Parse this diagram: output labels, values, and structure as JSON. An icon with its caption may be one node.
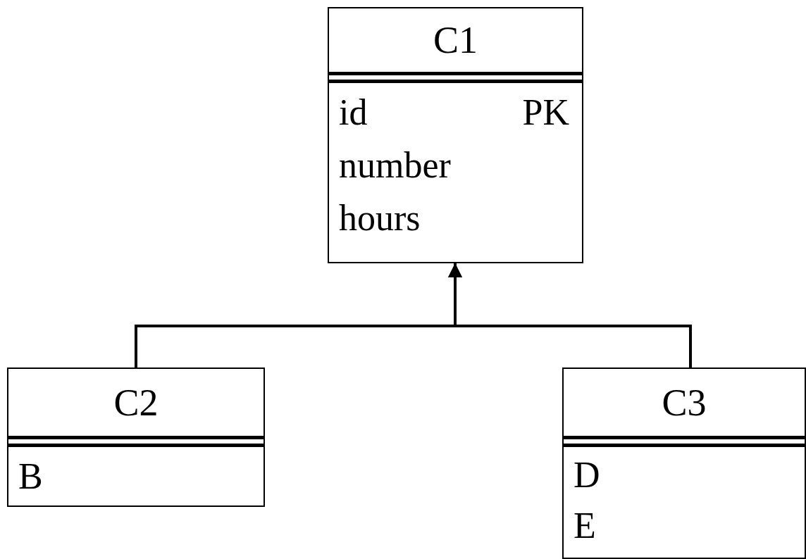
{
  "diagram": {
    "nodes": [
      {
        "text": [
          "C1",
          "id",
          "PK",
          "number",
          "hours"
        ]
      },
      {
        "text": [
          "C2",
          "B"
        ]
      },
      {
        "text": [
          "C3",
          "D",
          "E"
        ]
      }
    ],
    "edges": [
      {
        "from": 1,
        "to": 0,
        "arrow": "to"
      },
      {
        "from": 2,
        "to": 0,
        "arrow": "to"
      }
    ]
  }
}
